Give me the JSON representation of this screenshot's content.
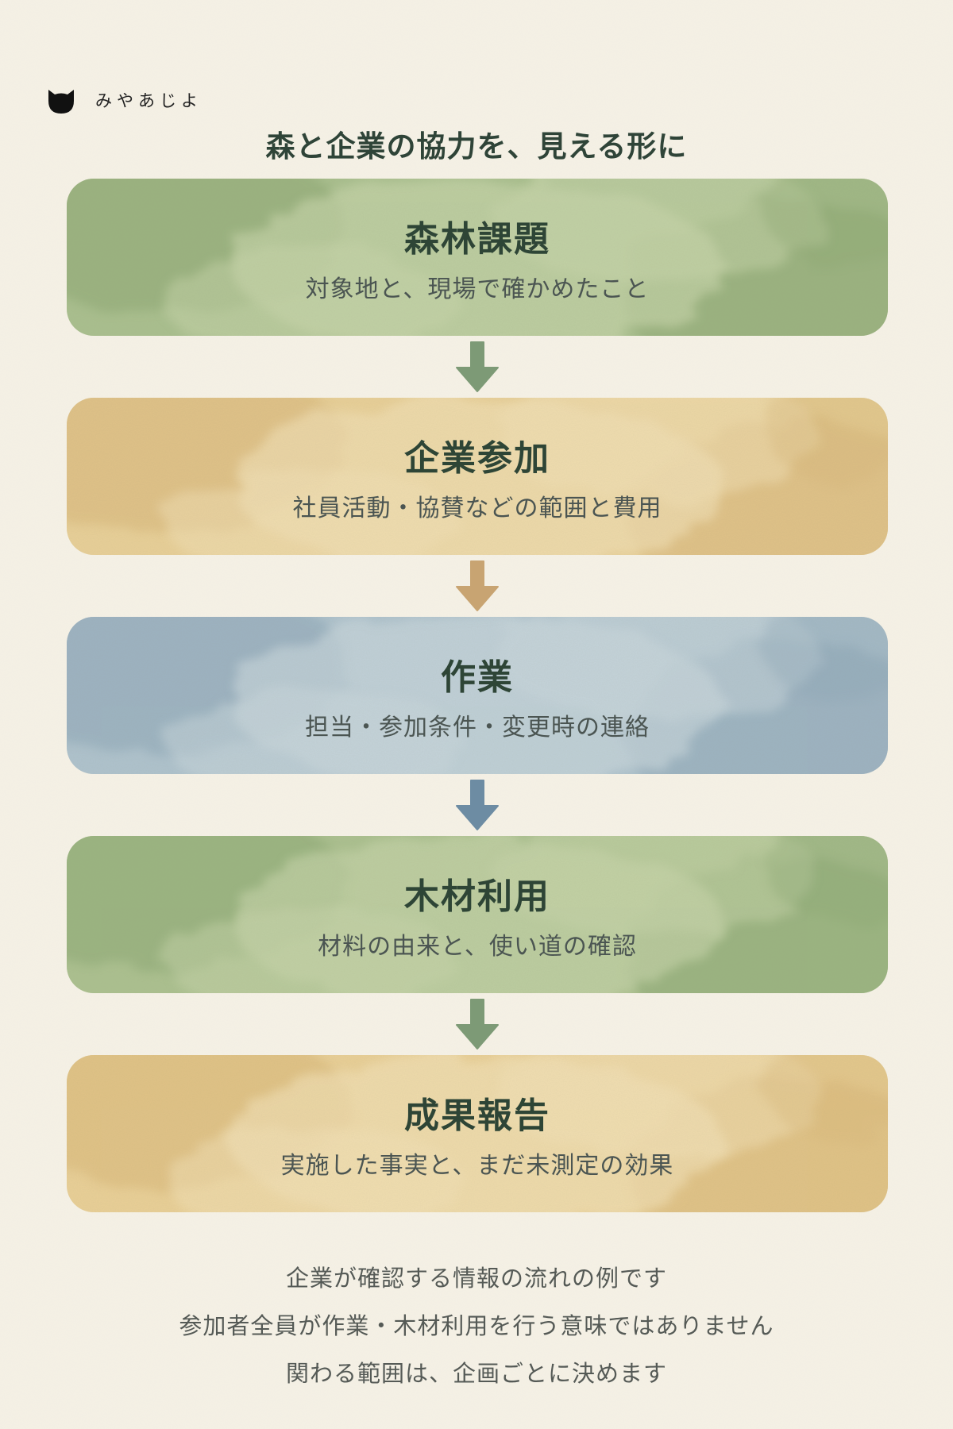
{
  "brand": {
    "name": "みやあじよ",
    "logo_icon": "cat-head-icon"
  },
  "title": "森と企業の協力を、見える形に",
  "steps": [
    {
      "title": "森林課題",
      "description": "対象地と、現場で確かめたこと",
      "color_main": "#a9bf8e",
      "color_light": "#c6d4a9",
      "color_dark": "#8ea873"
    },
    {
      "title": "企業参加",
      "description": "社員活動・協賛などの範囲と費用",
      "color_main": "#e8cf97",
      "color_light": "#f1dfb4",
      "color_dark": "#d8b77a"
    },
    {
      "title": "作業",
      "description": "担当・参加条件・変更時の連絡",
      "color_main": "#aec2cd",
      "color_light": "#c8d6dc",
      "color_dark": "#8ea7b8"
    },
    {
      "title": "木材利用",
      "description": "材料の由来と、使い道の確認",
      "color_main": "#abc08f",
      "color_light": "#c5d3a8",
      "color_dark": "#8da974"
    },
    {
      "title": "成果報告",
      "description": "実施した事実と、まだ未測定の効果",
      "color_main": "#e9cf96",
      "color_light": "#f2e0b5",
      "color_dark": "#d9b879"
    }
  ],
  "arrows": [
    {
      "icon": "arrow-down-icon",
      "color": "#7d9a76"
    },
    {
      "icon": "arrow-down-icon",
      "color": "#c8a472"
    },
    {
      "icon": "arrow-down-icon",
      "color": "#6d8ca3"
    },
    {
      "icon": "arrow-down-icon",
      "color": "#7d9a76"
    }
  ],
  "notes": [
    "企業が確認する情報の流れの例です",
    "参加者全員が作業・木材利用を行う意味ではありません",
    "関わる範囲は、企画ごとに決めます"
  ],
  "colors": {
    "background": "#f5f1e6",
    "title_text": "#2f4438"
  }
}
